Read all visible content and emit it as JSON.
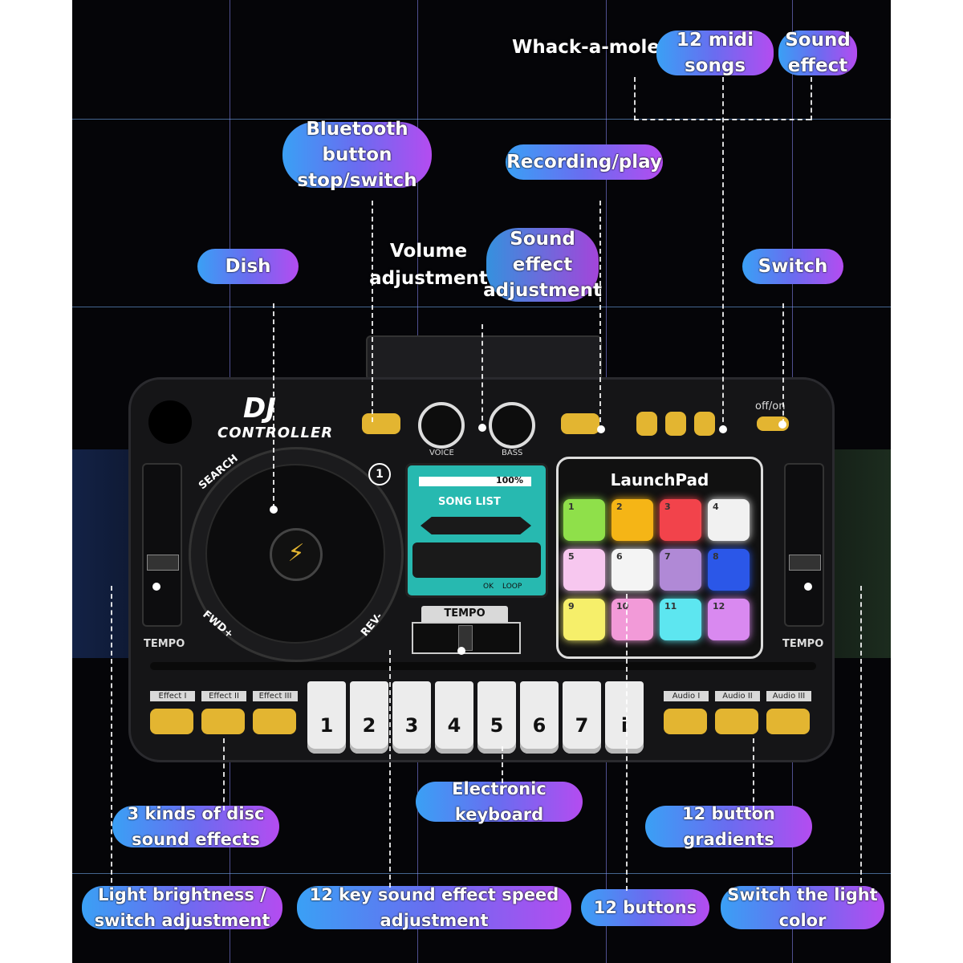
{
  "labels": {
    "whack": "Whack-a-mole",
    "midi": "12 midi songs",
    "sound_effect": "Sound effect",
    "bluetooth": "Bluetooth button stop/switch",
    "recording": "Recording/play",
    "dish": "Dish",
    "volume": "Volume adjustment",
    "sound_effect_adj": "Sound effect adjustment",
    "switch": "Switch",
    "disc_effects": "3 kinds of disc sound effects",
    "keyboard": "Electronic keyboard",
    "gradients": "12 button gradients",
    "brightness": "Light brightness / switch adjustment",
    "key_speed": "12 key sound effect speed adjustment",
    "buttons": "12 buttons",
    "light_color": "Switch the light color"
  },
  "device": {
    "brand_top": "DJ",
    "brand_bottom": "CONTROLLER",
    "search": "SEARCH",
    "fwd": "FWD+",
    "rev": "REV-",
    "one": "1",
    "voice": "VOICE",
    "bass": "BASS",
    "progress": "100%",
    "song_list": "SONG LIST",
    "ok": "OK",
    "loop": "LOOP",
    "tempo_center": "TEMPO",
    "tempo_left": "TEMPO",
    "tempo_right": "TEMPO",
    "launchpad": "LaunchPad",
    "offon": "off/on",
    "effects": [
      "Effect I",
      "Effect II",
      "Effect III"
    ],
    "audios": [
      "Audio I",
      "Audio II",
      "Audio III"
    ],
    "keys": [
      "1",
      "2",
      "3",
      "4",
      "5",
      "6",
      "7",
      "i"
    ],
    "pads": [
      {
        "n": "1",
        "color": "#8fe04a"
      },
      {
        "n": "2",
        "color": "#f5b516"
      },
      {
        "n": "3",
        "color": "#f2434b"
      },
      {
        "n": "4",
        "color": "#f1f1f1"
      },
      {
        "n": "5",
        "color": "#f7c7ef"
      },
      {
        "n": "6",
        "color": "#f4f4f4"
      },
      {
        "n": "7",
        "color": "#b089d6"
      },
      {
        "n": "8",
        "color": "#2b57e8"
      },
      {
        "n": "9",
        "color": "#f6ef6a"
      },
      {
        "n": "10",
        "color": "#f29ad8"
      },
      {
        "n": "11",
        "color": "#5de6f0"
      },
      {
        "n": "12",
        "color": "#d989f0"
      }
    ]
  }
}
